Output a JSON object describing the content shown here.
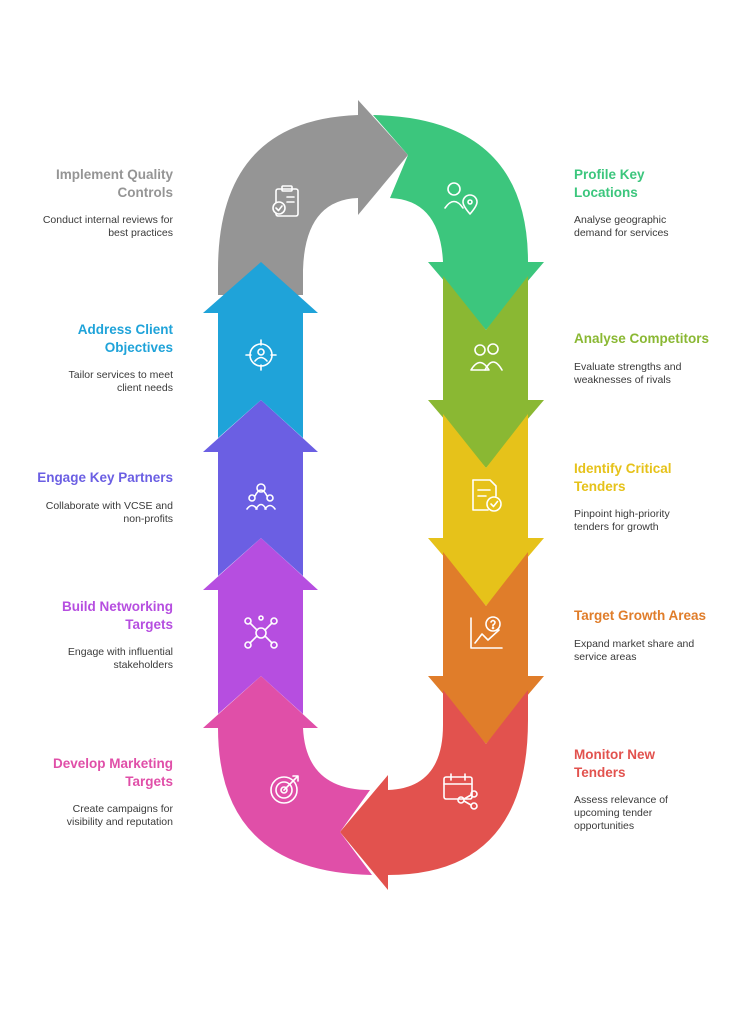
{
  "steps": [
    {
      "id": "implement-quality-controls",
      "side": "left",
      "title": "Implement Quality Controls",
      "title_lines": [
        "Implement Quality",
        "Controls"
      ],
      "desc_lines": [
        "Conduct internal reviews for",
        "best practices"
      ],
      "color": "#959595",
      "icon": "clipboard-check-icon"
    },
    {
      "id": "address-client-objectives",
      "side": "left",
      "title": "Address Client Objectives",
      "title_lines": [
        "Address Client",
        "Objectives"
      ],
      "desc_lines": [
        "Tailor services to meet",
        "client needs"
      ],
      "color": "#1fa3d9",
      "icon": "target-user-icon"
    },
    {
      "id": "engage-key-partners",
      "side": "left",
      "title": "Engage Key Partners",
      "title_lines": [
        "Engage Key Partners"
      ],
      "desc_lines": [
        "Collaborate with VCSE and",
        "non-profits"
      ],
      "color": "#6b5fe3",
      "icon": "partners-group-icon"
    },
    {
      "id": "build-networking-targets",
      "side": "left",
      "title": "Build Networking Targets",
      "title_lines": [
        "Build Networking",
        "Targets"
      ],
      "desc_lines": [
        "Engage with influential",
        "stakeholders"
      ],
      "color": "#b64ee0",
      "icon": "network-icon"
    },
    {
      "id": "develop-marketing-targets",
      "side": "left",
      "title": "Develop Marketing Targets",
      "title_lines": [
        "Develop Marketing",
        "Targets"
      ],
      "desc_lines": [
        "Create campaigns for",
        "visibility and reputation"
      ],
      "color": "#e04fa8",
      "icon": "bullseye-arrow-icon"
    },
    {
      "id": "profile-key-locations",
      "side": "right",
      "title": "Profile Key Locations",
      "title_lines": [
        "Profile Key",
        "Locations"
      ],
      "desc_lines": [
        "Analyse geographic",
        "demand for services"
      ],
      "color": "#3cc67d",
      "icon": "user-location-icon"
    },
    {
      "id": "analyse-competitors",
      "side": "right",
      "title": "Analyse Competitors",
      "title_lines": [
        "Analyse Competitors"
      ],
      "desc_lines": [
        "Evaluate strengths and",
        "weaknesses of rivals"
      ],
      "color": "#8ab833",
      "icon": "users-icon"
    },
    {
      "id": "identify-critical-tenders",
      "side": "right",
      "title": "Identify Critical Tenders",
      "title_lines": [
        "Identify Critical",
        "Tenders"
      ],
      "desc_lines": [
        "Pinpoint high-priority",
        "tenders for growth"
      ],
      "color": "#e6c21a",
      "icon": "document-check-icon"
    },
    {
      "id": "target-growth-areas",
      "side": "right",
      "title": "Target Growth Areas",
      "title_lines": [
        "Target Growth Areas"
      ],
      "desc_lines": [
        "Expand market share and",
        "service areas"
      ],
      "color": "#e07d2a",
      "icon": "growth-chart-icon"
    },
    {
      "id": "monitor-new-tenders",
      "side": "right",
      "title": "Monitor New Tenders",
      "title_lines": [
        "Monitor New",
        "Tenders"
      ],
      "desc_lines": [
        "Assess relevance of",
        "upcoming tender",
        "opportunities"
      ],
      "color": "#e2524e",
      "icon": "calendar-share-icon"
    }
  ]
}
